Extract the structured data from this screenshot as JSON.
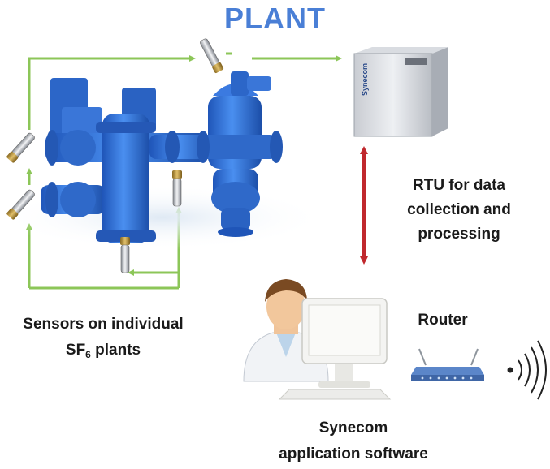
{
  "title": "PLANT",
  "rtu_caption": {
    "line1": "RTU for data",
    "line2": "collection and",
    "line3": "processing"
  },
  "sensors_caption": {
    "line1": "Sensors on individual",
    "line2_prefix": "SF",
    "line2_subscript": "6",
    "line2_suffix": " plants"
  },
  "router_caption": "Router",
  "software_caption": {
    "line1": "Synecom",
    "line2": "application software"
  },
  "rtu_brand": "Synecom",
  "colors": {
    "title": "#4a7fd6",
    "flow_arrows": "#8cc658",
    "rtu_link_arrow": "#c0282d",
    "equipment": "#2f6fd0"
  },
  "icons": {
    "sensor": "sensor-probe-icon",
    "rtu": "rtu-cabinet-icon",
    "operator": "operator-person-icon",
    "monitor": "computer-monitor-icon",
    "router": "router-icon",
    "wireless": "wireless-signal-icon"
  }
}
